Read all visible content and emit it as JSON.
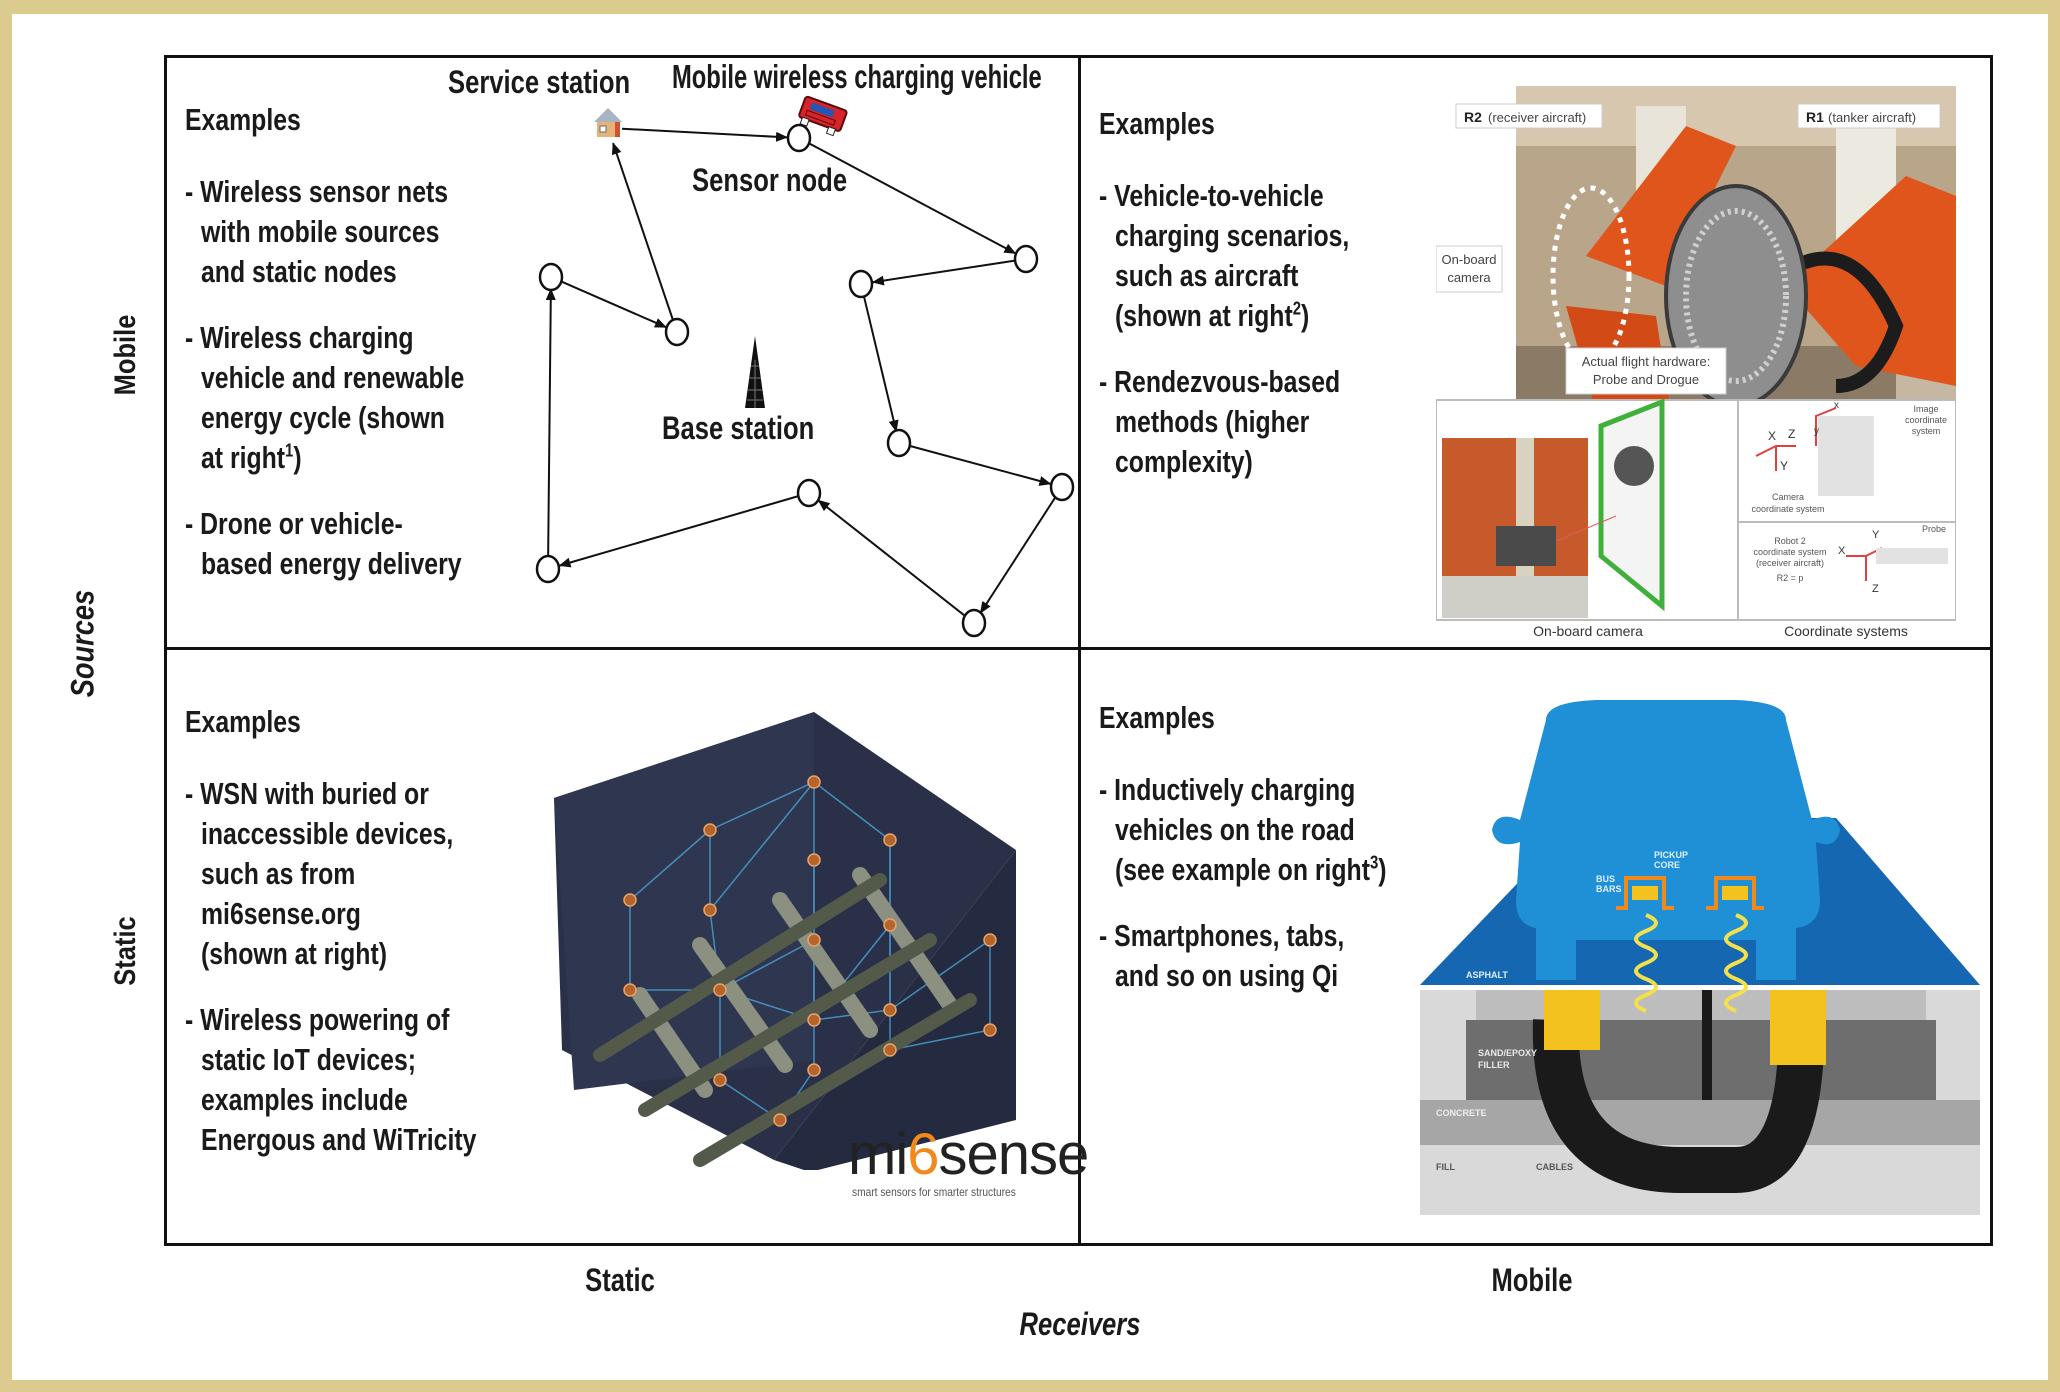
{
  "axes": {
    "y_title": "Sources",
    "y_top": "Mobile",
    "y_bottom": "Static",
    "x_title": "Receivers",
    "x_left": "Static",
    "x_right": "Mobile"
  },
  "colors": {
    "page_border": "#dccb8f",
    "frame": "#111111",
    "car_blue": "#1f8fd6",
    "asphalt_blue": "#1467b0",
    "coil_yellow": "#f4c21f",
    "robot_orange": "#e0551b",
    "mi6sense_orange": "#f08a1c",
    "box_navy": "#2a3047"
  },
  "cells": {
    "mobile_static": {
      "heading": "Examples",
      "items": [
        {
          "lines": [
            "- Wireless sensor nets",
            "with mobile sources",
            "and static nodes"
          ]
        },
        {
          "lines": [
            "- Wireless charging",
            "vehicle and renewable",
            "energy cycle (shown",
            "at right"
          ],
          "sup": "1",
          "after_sup": ")"
        },
        {
          "lines": [
            "- Drone or vehicle-",
            "based energy delivery"
          ]
        }
      ],
      "diagram": {
        "service_station_label": "Service station",
        "vehicle_label": "Mobile wireless charging vehicle",
        "sensor_node_label": "Sensor node",
        "base_station_label": "Base station",
        "service_station_icon": "house-icon",
        "vehicle_icon": "car-icon",
        "base_station_icon": "radio-tower-icon"
      }
    },
    "mobile_mobile": {
      "heading": "Examples",
      "items": [
        {
          "lines": [
            "- Vehicle-to-vehicle",
            "charging scenarios,",
            "such as aircraft",
            "(shown at right"
          ],
          "sup": "2",
          "after_sup": ")"
        },
        {
          "lines": [
            "- Rendezvous-based",
            "methods (higher",
            "complexity)"
          ]
        }
      ],
      "figure": {
        "r2_label_bold": "R2",
        "r2_label": "(receiver aircraft)",
        "r1_label_bold": "R1",
        "r1_label": "(tanker aircraft)",
        "camera_label_1": "On-board",
        "camera_label_2": "camera",
        "hardware_label_1": "Actual flight hardware:",
        "hardware_label_2": "Probe and Drogue",
        "caption_left": "On-board camera",
        "caption_right": "Coordinate systems",
        "camera_coord_1": "Camera",
        "camera_coord_2": "coordinate system",
        "image_coord_1": "Image",
        "image_coord_2": "coordinate",
        "image_coord_3": "system",
        "robot2_1": "Robot 2",
        "robot2_2": "coordinate system",
        "robot2_3": "(receiver aircraft)",
        "robot2_4": "R2 = p",
        "probe": "Probe",
        "axis_xc": "X",
        "axis_zc": "Z",
        "axis_yc": "Y",
        "axis_x": "x",
        "axis_y": "y",
        "axis_xr": "X",
        "axis_yr": "Y",
        "axis_zr": "Z"
      }
    },
    "static_static": {
      "heading": "Examples",
      "items": [
        {
          "lines": [
            "- WSN with buried or",
            "inaccessible devices,",
            "such as from",
            "mi6sense.org",
            "(shown at right)"
          ]
        },
        {
          "lines": [
            "- Wireless powering of",
            "static IoT devices;",
            "examples include",
            "Energous and WiTricity"
          ]
        }
      ],
      "logo": {
        "name_pre": "mi",
        "name_six": "6",
        "name_post": "sense",
        "tagline": "smart sensors for smarter structures"
      }
    },
    "static_mobile": {
      "heading": "Examples",
      "items": [
        {
          "lines": [
            "- Inductively charging",
            "vehicles on the road",
            "(see example on right"
          ],
          "sup": "3",
          "after_sup": ")"
        },
        {
          "lines": [
            "- Smartphones, tabs,",
            "and so on using Qi"
          ]
        }
      ],
      "figure": {
        "pickup_core_1": "PICKUP",
        "pickup_core_2": "CORE",
        "bus_bars_1": "BUS",
        "bus_bars_2": "BARS",
        "asphalt": "ASPHALT",
        "filler_1": "SAND/EPOXY",
        "filler_2": "FILLER",
        "concrete": "CONCRETE",
        "fill": "FILL",
        "cables": "CABLES"
      }
    }
  }
}
